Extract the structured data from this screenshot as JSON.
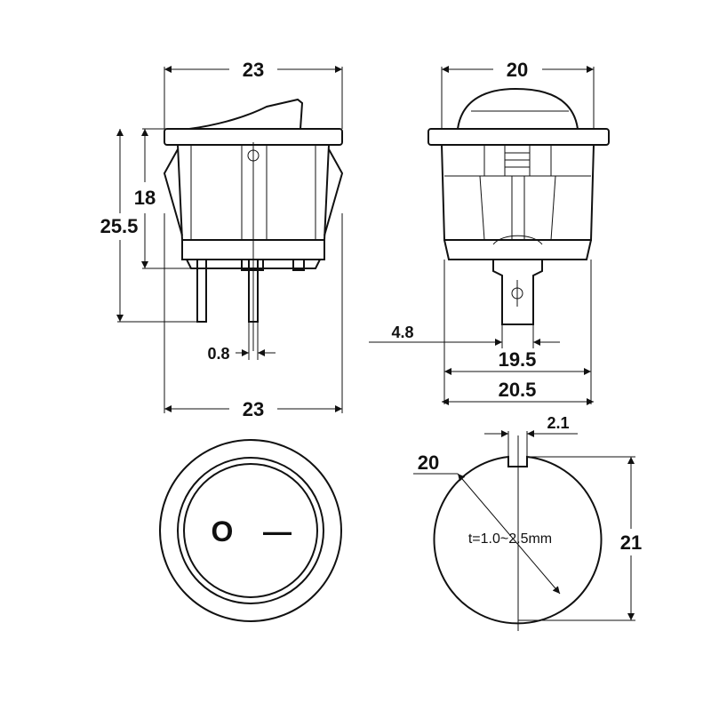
{
  "side_view": {
    "width_top": "23",
    "height_inner": "18",
    "height_total": "25.5",
    "pin_thickness": "0.8",
    "width_bottom": "23"
  },
  "front_view": {
    "width_top": "20",
    "pin_offset": "4.8",
    "width_body": "19.5",
    "width_flange": "20.5"
  },
  "top_view": {
    "off_symbol": "O",
    "on_symbol": "—"
  },
  "panel_cutout": {
    "diameter": "20",
    "key_width": "2.1",
    "height": "21",
    "thickness_note": "t=1.0~2.5mm"
  }
}
